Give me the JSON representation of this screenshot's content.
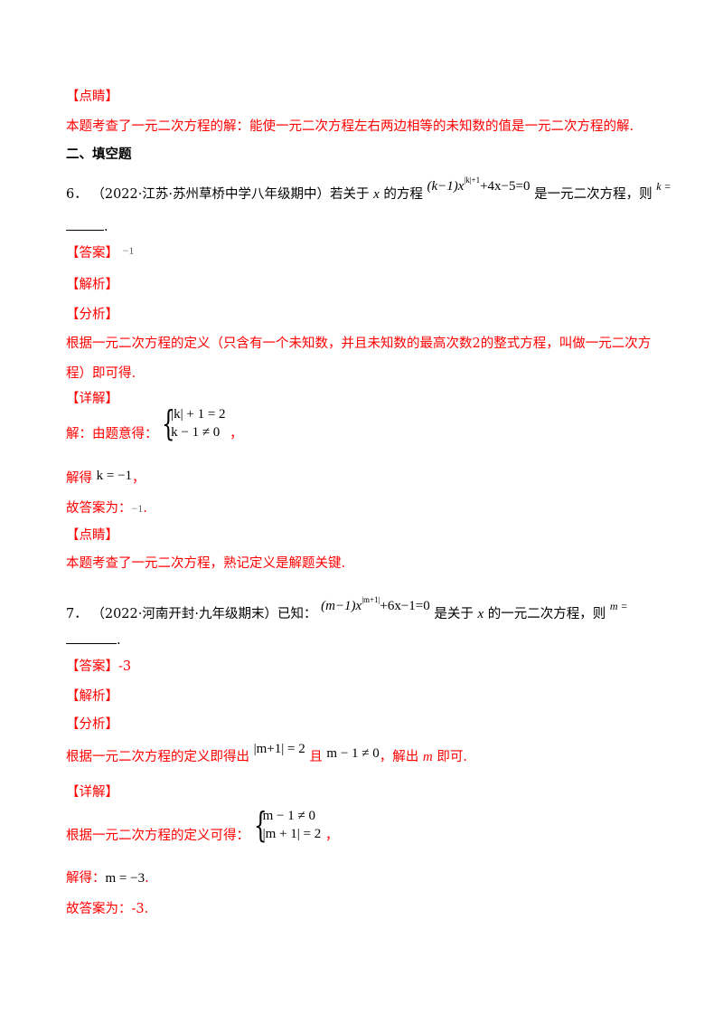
{
  "labels": {
    "dianjing": "【点睛】",
    "daan": "【答案】",
    "jiexi": "【解析】",
    "fenxi": "【分析】",
    "xiangjie": "【详解】"
  },
  "prev": {
    "dianjing_text": "本题考查了一元二次方程的解：能使一元二次方程左右两边相等的未知数的值是一元二次方程的解."
  },
  "section_title": "二、填空题",
  "q6": {
    "number": "6．",
    "source": "（2022·江苏·苏州草桥中学八年级期中）若关于",
    "var_x": "x",
    "mid": "的方程",
    "eq_left": "(k−1)x",
    "eq_exp": "|k|+1",
    "eq_right": "+4x−5=0",
    "after_eq": "是一元二次方程，则",
    "ask": "k =",
    "blank_end": ".",
    "answer": "−1",
    "fenxi_line1": "根据一元二次方程的定义（只含有一个未知数，并且未知数的最高次数2的整式方程，叫做一元二次方",
    "fenxi_line2": "程）即可得.",
    "xiangjie_prefix": "解：由题意得：",
    "system_row1": "|k| + 1 = 2",
    "system_row2": "k − 1 ≠ 0",
    "system_suffix": "，",
    "solve_prefix": "解得",
    "solve_math": "k = −1",
    "solve_suffix": "，",
    "final_prefix": "故答案为：",
    "final_value": "−1",
    "final_suffix": ".",
    "dianjing_text": "本题考查了一元二次方程，熟记定义是解题关键."
  },
  "q7": {
    "number": "7．",
    "source": "（2022·河南开封·九年级期末）已知：",
    "eq_left": "(m−1)x",
    "eq_exp": "|m+1|",
    "eq_right": "+6x−1=0",
    "after_eq": "是关于",
    "var_x": "x",
    "after_x": "的一元二次方程，则",
    "ask": "m =",
    "blank_end": ".",
    "answer": "-3",
    "fenxi_prefix": "根据一元二次方程的定义即得出",
    "fenxi_math1": "|m+1| = 2",
    "fenxi_and": "且",
    "fenxi_math2": "m − 1 ≠ 0",
    "fenxi_suffix1": "，解出",
    "fenxi_var": "m",
    "fenxi_suffix2": "即可.",
    "xiangjie_prefix": "根据一元二次方程的定义可得：",
    "system_row1": "m − 1 ≠ 0",
    "system_row2": "|m + 1| = 2",
    "system_suffix": "，",
    "solve_prefix": "解得：",
    "solve_math": "m = −3",
    "solve_suffix": ".",
    "final_text": "故答案为：-3."
  },
  "colors": {
    "label_red": "#ff0000",
    "body_text": "#000000"
  }
}
